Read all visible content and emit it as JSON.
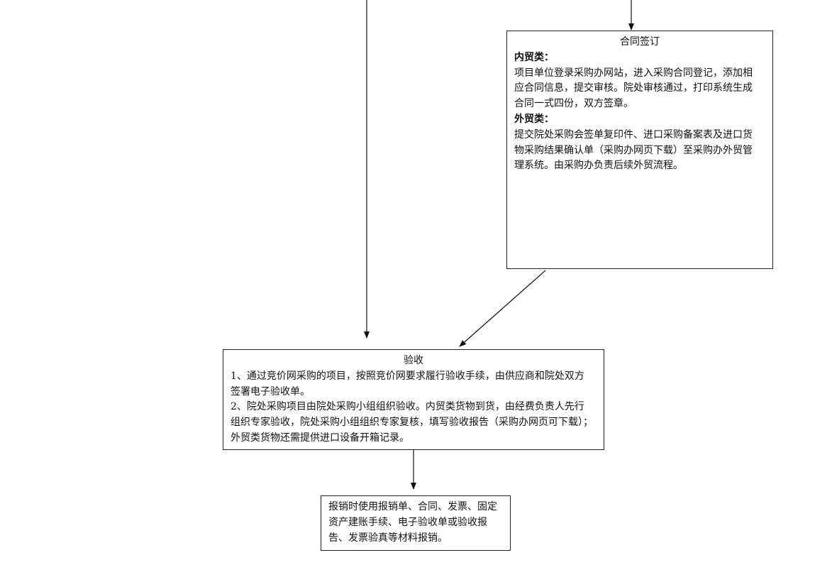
{
  "contract": {
    "title": "合同签订",
    "domestic_heading": "内贸类：",
    "domestic_lines": [
      "项目单位登录采购办网站，进入采购合同登记，添加相",
      "应合同信息，提交审核。院处审核通过，打印系统生成",
      "合同一式四份，双方签章。"
    ],
    "foreign_heading": "外贸类：",
    "foreign_lines": [
      "提交院处采购会签单复印件、进口采购备案表及进口货",
      "物采购结果确认单（采购办网页下载）至采购办外贸管",
      "理系统。由采购办负责后续外贸流程。"
    ]
  },
  "acceptance": {
    "title": "验收",
    "lines": [
      "1、通过竞价网采购的项目，按照竞价网要求履行验收手续，由供应商和院处双方",
      "签署电子验收单。",
      "2、院处采购项目由院处采购小组组织验收。内贸类货物到货，由经费负责人先行",
      "组织专家验收，院处采购小组组织专家复核，填写验收报告（采购办网页可下载）；",
      "外贸类货物还需提供进口设备开箱记录。"
    ]
  },
  "reimbursement": {
    "lines": [
      "报销时使用报销单、合同、发票、固定",
      "资产建账手续、电子验收单或验收报",
      "告、发票验真等材料报销。"
    ]
  }
}
